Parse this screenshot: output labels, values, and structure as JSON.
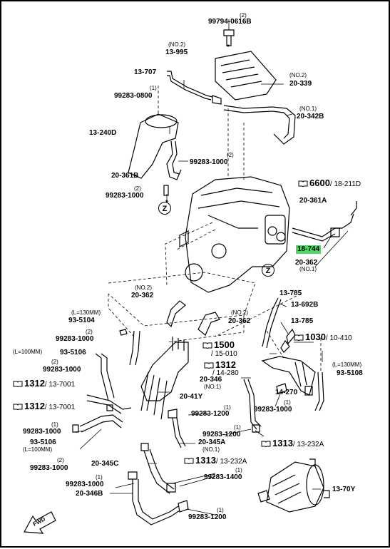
{
  "labels": {
    "p99794": {
      "qty": "(2)",
      "pn": "99794-0616B"
    },
    "p13995": {
      "note": "(NO.2)",
      "pn": "13-995"
    },
    "p13707": {
      "pn": "13-707"
    },
    "p99283_0800": {
      "qty": "(1)",
      "pn": "99283-0800"
    },
    "p20339": {
      "note": "(NO.2)",
      "pn": "20-339"
    },
    "p20342B": {
      "note": "(NO.1)",
      "pn": "20-342B"
    },
    "p13240D": {
      "pn": "13-240D"
    },
    "p99283_1000a": {
      "qty": "(2)",
      "pn": "99283-1000"
    },
    "p20361B": {
      "pn": "20-361B"
    },
    "p99283_1000b": {
      "qty": "(2)",
      "pn": "99283-1000"
    },
    "ref6600": {
      "num": "6600",
      "sub": "/ 18-211D"
    },
    "p20361A": {
      "pn": "20-361A"
    },
    "p18744": {
      "pn": "18-744"
    },
    "p20362_no1": {
      "pn": "20-362",
      "note": "(NO.1)"
    },
    "p20362_no2a": {
      "note": "(NO.2)",
      "pn": "20-362"
    },
    "p20362_no2b": {
      "note": "(NO.2)",
      "pn": "20-362"
    },
    "p13785a": {
      "pn": "13-785"
    },
    "p13692B": {
      "pn": "13-692B"
    },
    "p13785b": {
      "pn": "13-785"
    },
    "ref1030": {
      "num": "1030",
      "sub": "/ 10-410"
    },
    "p93_5104": {
      "note": "(L=130MM)",
      "pn": "93-5104"
    },
    "p99283_1000c": {
      "qty": "(2)",
      "pn": "99283-1000"
    },
    "ref1500": {
      "num": "1500",
      "sub": "/ 15-010"
    },
    "ref1312a": {
      "num": "1312",
      "sub": "/ 14-280"
    },
    "p93_5106a": {
      "note": "(L=100MM)",
      "pn": "93-5106"
    },
    "p99283_1000d": {
      "qty": "(2)",
      "pn": "99283-1000"
    },
    "ref1312b": {
      "num": "1312",
      "sub": "/ 13-7001"
    },
    "ref1312c": {
      "num": "1312",
      "sub": "/ 13-7001"
    },
    "p20346": {
      "pn": "20-346",
      "note": "(NO.1)"
    },
    "p14270": {
      "pn": "14-270"
    },
    "p99283_1000e": {
      "qty": "(1)",
      "pn": "99283-1000"
    },
    "p20_41Y": {
      "pn": "20-41Y"
    },
    "p93_5108": {
      "note": "(L=130MM)",
      "pn": "93-5108"
    },
    "p99283_1200a": {
      "qty": "(1)",
      "pn": "99283-1200"
    },
    "p99283_1200b": {
      "qty": "(1)",
      "pn": "99283-1200"
    },
    "p99283_1000f": {
      "qty": "(1)",
      "pn": "99283-1000"
    },
    "p93_5106b": {
      "pn": "93-5106",
      "note": "(L=100MM)"
    },
    "p20345A": {
      "pn": "20-345A",
      "note": "(NO.1)"
    },
    "ref1313a": {
      "num": "1313",
      "sub": "/ 13-232A"
    },
    "ref1313b": {
      "num": "1313",
      "sub": "/ 13-232A"
    },
    "p99283_1000g": {
      "qty": "(2)",
      "pn": "99283-1000"
    },
    "p20345C": {
      "pn": "20-345C"
    },
    "p99283_1400": {
      "qty": "(1)",
      "pn": "99283-1400"
    },
    "p99283_1000h": {
      "qty": "(1)",
      "pn": "99283-1000"
    },
    "p20346B": {
      "pn": "20-346B"
    },
    "p13_70Y": {
      "pn": "13-70Y"
    },
    "p99283_1200c": {
      "qty": "(1)",
      "pn": "99283-1200"
    }
  },
  "markers": {
    "z1": "Z",
    "z2": "Z"
  },
  "fwd": "FWD",
  "colors": {
    "line": "#000000",
    "highlight": "#4cd964",
    "background": "#ffffff"
  }
}
